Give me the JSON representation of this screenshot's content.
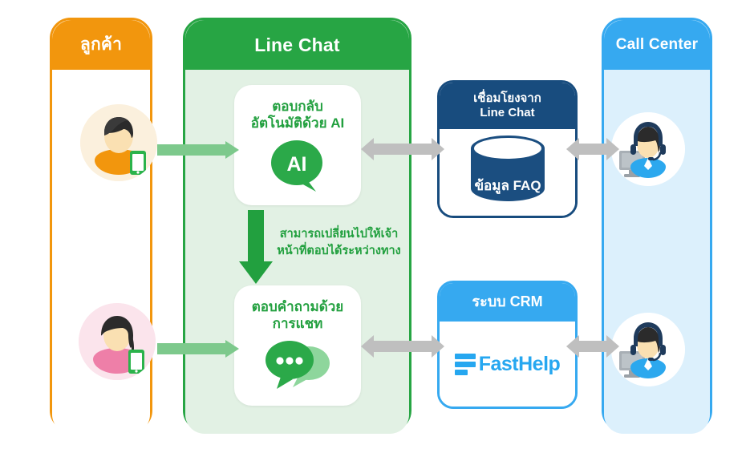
{
  "diagram": {
    "title": "Line Chat AI and Call Center integration flow",
    "colors": {
      "customer_orange": "#F2960D",
      "line_green": "#27A544",
      "line_green_light": "#E2F1E4",
      "callcenter_blue": "#36A9F0",
      "callcenter_blue_light": "#DCF0FC",
      "faq_navy": "#184C7E",
      "arrow_green": "#7DC98C",
      "arrow_gray": "#BFBFBF",
      "text_green": "#22A03F"
    }
  },
  "columns": {
    "customer": {
      "header": "ลูกค้า",
      "avatars": [
        {
          "name": "customer-male",
          "shirt": "#F2960D",
          "halo": "#FBF0DD",
          "device": "smartphone"
        },
        {
          "name": "customer-female",
          "shirt": "#EE7FA8",
          "halo": "#FBE4EC",
          "device": "smartphone"
        }
      ]
    },
    "line_chat": {
      "header": "Line Chat",
      "cards": [
        {
          "title_line1": "ตอบกลับ",
          "title_line2": "อัตโนมัติด้วย AI",
          "icon": "ai-speech-bubble-icon",
          "icon_label": "AI"
        },
        {
          "title_line1": "ตอบคำถามด้วย",
          "title_line2": "การแชท",
          "icon": "chat-bubbles-icon",
          "icon_label": ""
        }
      ],
      "mid_label_line1": "สามารถเปลี่ยนไปให้เจ้า",
      "mid_label_line2": "หน้าที่ตอบได้ระหว่างทาง"
    },
    "call_center": {
      "header": "Call Center",
      "avatars": [
        {
          "name": "agent-headset-1",
          "shirt": "#2CA8EE",
          "device": "desktop-monitor"
        },
        {
          "name": "agent-headset-2",
          "shirt": "#2CA8EE",
          "device": "desktop-monitor"
        }
      ]
    }
  },
  "data_boxes": [
    {
      "key": "faq",
      "header_line1": "เชื่อมโยงจาก",
      "header_line2": "Line Chat",
      "body_label": "ข้อมูล FAQ",
      "icon": "database-cylinder-icon",
      "accent": "#184C7E"
    },
    {
      "key": "crm",
      "header_line1": "ระบบ CRM",
      "header_line2": "",
      "body_label": "FastHelp",
      "icon": "fasthelp-logo-icon",
      "accent": "#36A9F0"
    }
  ],
  "connectors": [
    {
      "name": "customer-to-ai",
      "direction": "right",
      "color": "#7DC98C"
    },
    {
      "name": "customer-to-chat",
      "direction": "right",
      "color": "#7DC98C"
    },
    {
      "name": "ai-to-faq",
      "direction": "bidirectional",
      "color": "#BFBFBF"
    },
    {
      "name": "faq-to-callcenter",
      "direction": "bidirectional",
      "color": "#BFBFBF"
    },
    {
      "name": "chat-to-crm",
      "direction": "bidirectional",
      "color": "#BFBFBF"
    },
    {
      "name": "crm-to-callcenter",
      "direction": "bidirectional",
      "color": "#BFBFBF"
    },
    {
      "name": "ai-to-chat-handoff",
      "direction": "down",
      "color": "#22A03F"
    }
  ]
}
